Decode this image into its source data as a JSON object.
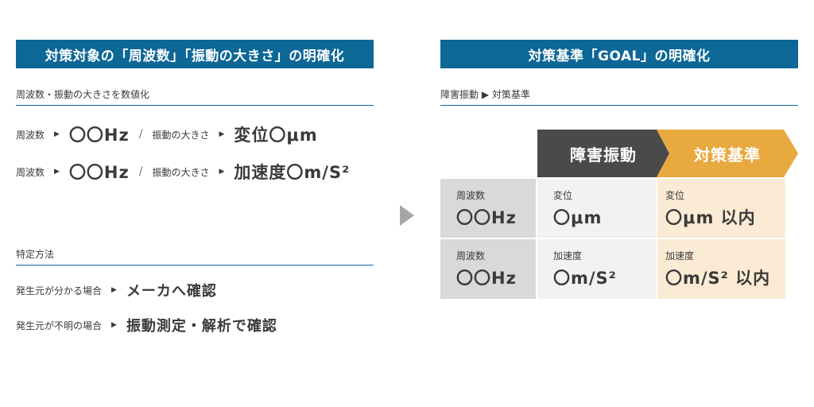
{
  "left": {
    "banner": "対策対象の「周波数」「振動の大きさ」の明確化",
    "quantify_label": "周波数・振動の大きさを数値化",
    "rows": [
      {
        "freq_label": "周波数",
        "freq_value": "〇〇Hz",
        "amp_label": "振動の大きさ",
        "amp_value": "変位〇μm"
      },
      {
        "freq_label": "周波数",
        "freq_value": "〇〇Hz",
        "amp_label": "振動の大きさ",
        "amp_value": "加速度〇m/S²"
      }
    ],
    "method_label": "特定方法",
    "methods": [
      {
        "case": "発生元が分かる場合",
        "action": "メーカへ確認"
      },
      {
        "case": "発生元が不明の場合",
        "action": "振動測定・解析で確認"
      }
    ],
    "slash": "/"
  },
  "right": {
    "banner": "対策基準「GOAL」の明確化",
    "flow_label": "障害振動 ▶ 対策基準",
    "headers": {
      "obstacle": "障害振動",
      "target": "対策基準"
    },
    "table": [
      {
        "freq": {
          "label": "周波数",
          "value": "〇〇Hz"
        },
        "obstacle": {
          "label": "変位",
          "value": "〇μm"
        },
        "target": {
          "label": "変位",
          "value": "〇μm 以内"
        }
      },
      {
        "freq": {
          "label": "周波数",
          "value": "〇〇Hz"
        },
        "obstacle": {
          "label": "加速度",
          "value": "〇m/S²"
        },
        "target": {
          "label": "加速度",
          "value": "〇m/S² 以内"
        }
      }
    ]
  },
  "colors": {
    "banner_blue": "#0d6797",
    "header_dark": "#4a4a4a",
    "header_orange": "#e8a93f",
    "cell_gray": "#d9d9d9",
    "cell_light": "#f2f2f2",
    "cell_cream": "#fbebd4"
  },
  "icons": {
    "bullet": "triangle-right-icon",
    "flow": "arrow-right-icon"
  }
}
